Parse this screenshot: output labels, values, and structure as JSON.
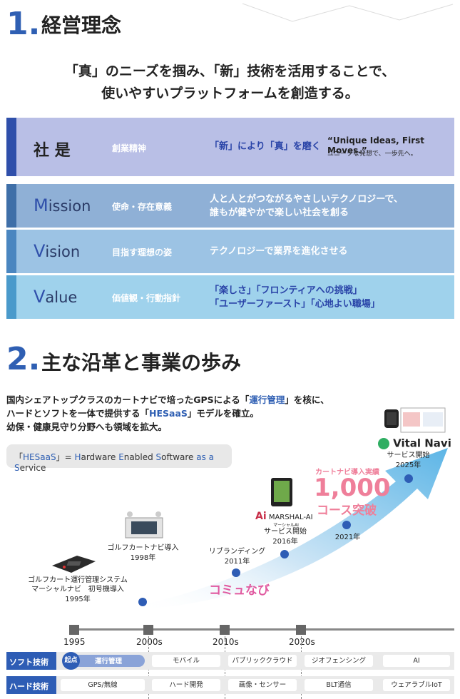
{
  "section1": {
    "num": "1.",
    "title": "経営理念",
    "motto": [
      "「真」のニーズを掴み、「新」技術を活用することで、",
      "使いやすいプラットフォームを創造する。"
    ],
    "shaze": {
      "key": "社 是",
      "sub": "創業精神",
      "desc": "「新」により「真」を磨く",
      "en": "“Unique Ideas, First Moves.”",
      "en_sub": "ユニークな発想で、一歩先へ。"
    },
    "rows": [
      {
        "cap": "M",
        "rest": "ission",
        "sub": "使命・存在意義",
        "desc": [
          "人と人とがつながるやさしいテクノロジーで、",
          "誰もが健やかで楽しい社会を創る"
        ]
      },
      {
        "cap": "V",
        "rest": "ision",
        "sub": "目指す理想の姿",
        "desc": [
          "テクノロジーで業界を進化させる"
        ]
      },
      {
        "cap": "V",
        "rest": "alue",
        "sub": "価値観・行動指針",
        "desc": [
          "「楽しさ」「フロンティアへの挑戦」",
          "「ユーザーファースト」「心地よい職場」"
        ]
      }
    ]
  },
  "section2": {
    "num": "2.",
    "title": "主な沿革と事業の歩み",
    "intro": {
      "l1a": "国内シェアトップクラスのカートナビで培ったGPSによる「",
      "l1b": "運行管理",
      "l1c": "」を核に、",
      "l2a": "ハードとソフトを一体で提供する「",
      "l2b": "HESaaS",
      "l2c": "」モデルを確立。",
      "l3": "幼保・健康見守り分野へも領域を拡大。"
    },
    "pill": {
      "p1": "「",
      "p2": "HESaaS",
      "p3": "」= ",
      "w1": "H",
      "w1r": "ardware ",
      "w2": "E",
      "w2r": "nabled ",
      "w3": "S",
      "w3r": "oftware ",
      "w4": "as a ",
      "w5": "S",
      "w5r": "ervice"
    },
    "milestones": {
      "m1995": [
        "ゴルフカート運行管理システム",
        "マーシャルナビ　初号機導入",
        "1995年"
      ],
      "m1998": [
        "ゴルフカートナビ導入",
        "1998年"
      ],
      "m2011": [
        "リブランディング",
        "2011年"
      ],
      "m2016": [
        "サービス開始",
        "2016年"
      ],
      "m2021": "2021年",
      "m2025": [
        "サービス開始",
        "2025年"
      ],
      "course_label": "カートナビ導入実績",
      "course_num": "1,000",
      "course_text": "コース突破",
      "vital_brand": "Vital Navi",
      "marshal_brand": "MARSHAL-AI",
      "marshal_sub": "マーシャルAI",
      "komyu_brand": "コミュなび"
    },
    "axis": [
      "1995",
      "2000s",
      "2010s",
      "2020s"
    ],
    "soft": {
      "head": "ソフト技術",
      "start": "起点",
      "items": [
        "運行管理",
        "モバイル",
        "パブリッククラウド",
        "ジオフェンシング",
        "AI"
      ]
    },
    "hard": {
      "head": "ハード技術",
      "items": [
        "GPS/無線",
        "ハード開発",
        "画像・センサー",
        "BLT通信",
        "ウェアラブルIoT"
      ]
    }
  },
  "colors": {
    "accent": "#2e5db5",
    "pink": "#ef7f9a",
    "rowShaze": "#b9bfe6",
    "rowMission": "#8fb0d6",
    "rowVision": "#9cc3e4",
    "rowValue": "#9fd2ec"
  }
}
